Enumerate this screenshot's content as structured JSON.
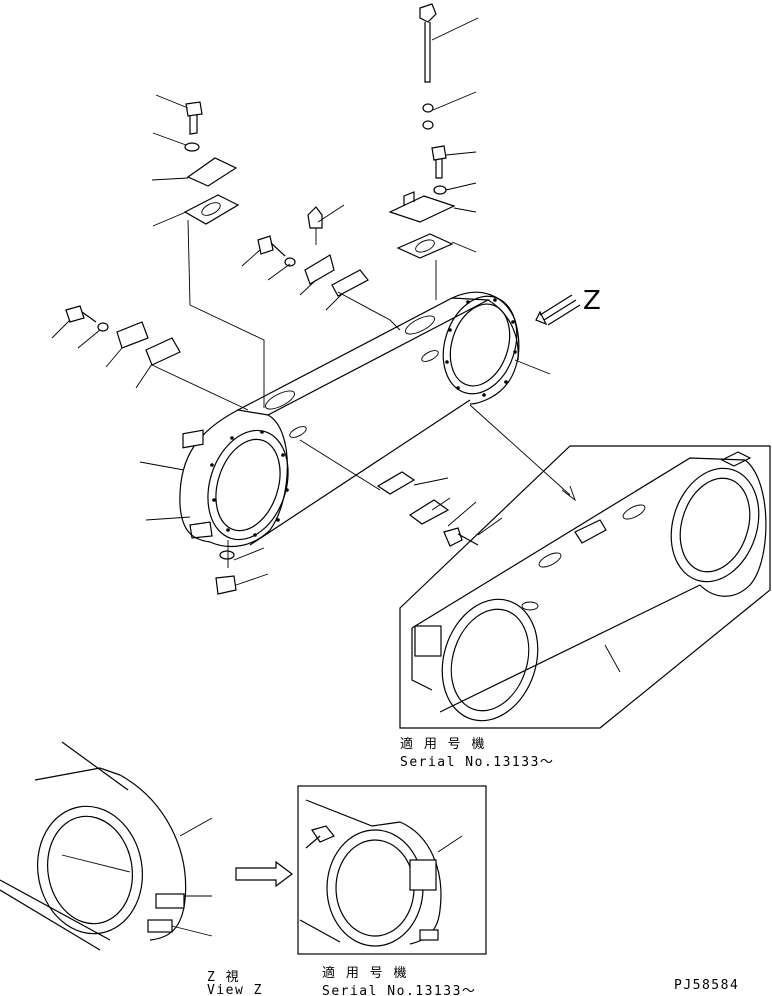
{
  "figure": {
    "view_arrow_letter": "Z",
    "inset_main": {
      "jp_label": "適 用 号 機",
      "serial_label": "Serial No.13133～"
    },
    "view_z": {
      "jp_label": "Z   視",
      "en_label": "View Z"
    },
    "inset_view_z": {
      "jp_label": "適 用 号 機",
      "serial_label": "Serial No.13133～"
    },
    "drawing_number": "PJ58584"
  }
}
